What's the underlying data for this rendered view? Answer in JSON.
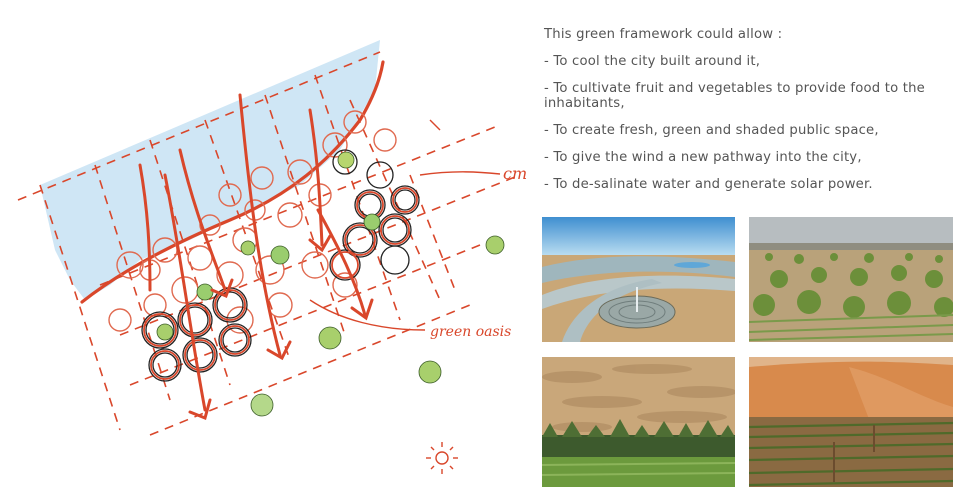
{
  "sketch": {
    "annotation_right": "cm",
    "annotation_oasis": "green oasis"
  },
  "text": {
    "intro": "This green framework could allow :",
    "bullets": [
      "- To cool the city built around it,",
      "- To cultivate fruit and vegetables to provide food to the inhabitants,",
      "- To create fresh, green and shaded public space,",
      "- To give the wind a new pathway into the city,",
      "- To de-salinate water and generate solar power."
    ]
  },
  "photos": [
    {
      "name": "photo-solar-greenhouses",
      "subject": "solar greenhouses with circular solar field in desert"
    },
    {
      "name": "photo-orchard-rows",
      "subject": "rows of young fruit trees in arid field"
    },
    {
      "name": "photo-dunes-tree-line",
      "subject": "sand dunes behind a green tree line"
    },
    {
      "name": "photo-red-dune-vineyard",
      "subject": "cultivated field below red sand dune"
    }
  ],
  "colors": {
    "sketch_red": "#d9472b",
    "water_blue": "#cfe6f5",
    "oasis_green": "#9acd6e",
    "text_gray": "#555555"
  }
}
